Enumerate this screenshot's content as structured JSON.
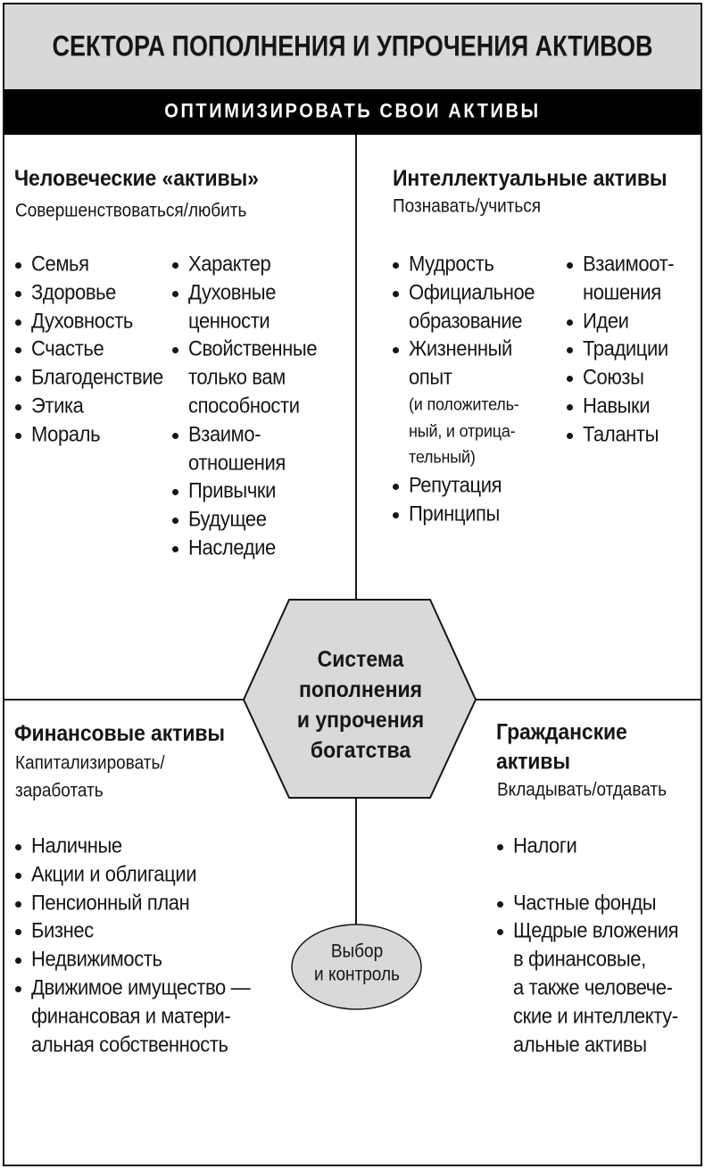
{
  "title": "СЕКТОРА ПОПОЛНЕНИЯ И УПРОЧЕНИЯ АКТИВОВ",
  "banner": "ОПТИМИЗИРОВАТЬ СВОИ АКТИВЫ",
  "center_node": {
    "lines": [
      "Система",
      "пополнения",
      "и упрочения",
      "богатства"
    ]
  },
  "control_node": {
    "lines": [
      "Выбор",
      "и контроль"
    ]
  },
  "quadrants": {
    "human": {
      "heading": [
        "Человеческие «активы»"
      ],
      "subtitle": [
        "Совершенствоваться/любить"
      ],
      "column_1": [
        {
          "lines": [
            "Семья"
          ]
        },
        {
          "lines": [
            "Здоровье"
          ]
        },
        {
          "lines": [
            "Духовность"
          ]
        },
        {
          "lines": [
            "Счастье"
          ]
        },
        {
          "lines": [
            "Благоденствие"
          ]
        },
        {
          "lines": [
            "Этика"
          ]
        },
        {
          "lines": [
            "Мораль"
          ]
        }
      ],
      "column_2": [
        {
          "lines": [
            "Характер"
          ]
        },
        {
          "lines": [
            "Духовные",
            "ценности"
          ]
        },
        {
          "lines": [
            "Свойственные",
            "только вам",
            "способности"
          ]
        },
        {
          "lines": [
            "Взаимо-",
            "отношения"
          ]
        },
        {
          "lines": [
            "Привычки"
          ]
        },
        {
          "lines": [
            "Будущее"
          ]
        },
        {
          "lines": [
            "Наследие"
          ]
        }
      ]
    },
    "intellectual": {
      "heading": [
        "Интеллектуальные активы"
      ],
      "subtitle": [
        "Познавать/учиться"
      ],
      "column_1": [
        {
          "lines": [
            "Мудрость"
          ]
        },
        {
          "lines": [
            "Официальное",
            "образование"
          ]
        },
        {
          "lines": [
            "Жизненный",
            "опыт"
          ],
          "note": [
            "(и положитель-",
            "ный, и отрица-",
            "тельный)"
          ]
        },
        {
          "lines": [
            "Репутация"
          ]
        },
        {
          "lines": [
            "Принципы"
          ]
        }
      ],
      "column_2": [
        {
          "lines": [
            "Взаимоот-",
            "ношения"
          ]
        },
        {
          "lines": [
            "Идеи"
          ]
        },
        {
          "lines": [
            "Традиции"
          ]
        },
        {
          "lines": [
            "Союзы"
          ]
        },
        {
          "lines": [
            "Навыки"
          ]
        },
        {
          "lines": [
            "Таланты"
          ]
        }
      ]
    },
    "financial": {
      "heading": [
        "Финансовые активы"
      ],
      "subtitle": [
        "Капитализировать/",
        "заработать"
      ],
      "column_1": [
        {
          "lines": [
            "Наличные"
          ]
        },
        {
          "lines": [
            "Акции и облигации"
          ]
        },
        {
          "lines": [
            "Пенсионный план"
          ]
        },
        {
          "lines": [
            "Бизнес"
          ]
        },
        {
          "lines": [
            "Недвижимость"
          ]
        },
        {
          "lines": [
            "Движимое имущество —",
            "финансовая и матери-",
            "альная собственность"
          ]
        }
      ]
    },
    "civic": {
      "heading": [
        "Гражданские",
        "активы"
      ],
      "subtitle": [
        "Вкладывать/отдавать"
      ],
      "column_1": [
        {
          "lines": [
            "Налоги"
          ]
        },
        {
          "lines": [
            "Частные фонды"
          ]
        },
        {
          "lines": [
            "Щедрые вложения",
            "в финансовые,",
            "а также человече-",
            "ские и интеллекту-",
            "альные активы"
          ]
        }
      ]
    }
  },
  "colors": {
    "title_bar": "#d8d8d8",
    "banner": "#000000",
    "banner_text": "#ffffff",
    "node_fill": "#d9d9d9",
    "ink": "#161616"
  }
}
